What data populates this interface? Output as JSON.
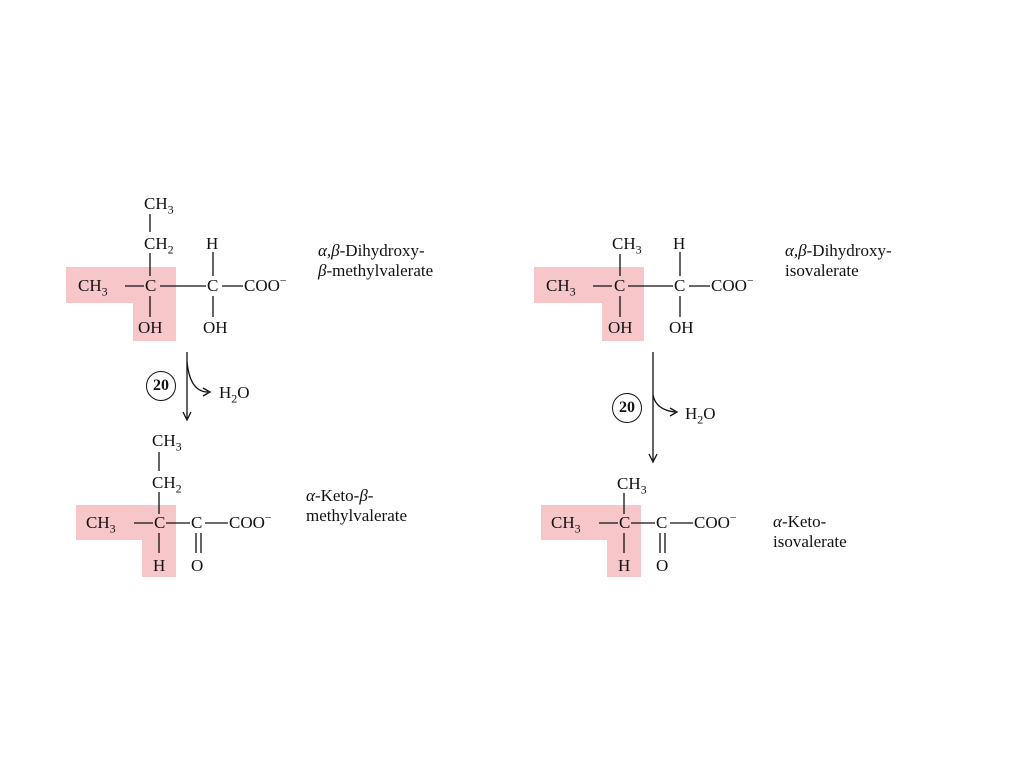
{
  "colors": {
    "highlight": "#f7c6c8",
    "ink": "#111111"
  },
  "left": {
    "substrate": {
      "ch3_top": "CH",
      "ch2": "CH",
      "h": "H",
      "ch3": "CH",
      "c1": "C",
      "c2": "C",
      "coo": "COO",
      "oh1": "OH",
      "oh2": "OH",
      "name_line1_prefix": "α,β",
      "name_line1_suffix": "-Dihydroxy-",
      "name_line2_prefix": "β",
      "name_line2_suffix": "-methylvalerate"
    },
    "enzyme": "20",
    "byproduct": "H",
    "product": {
      "ch3_top": "CH",
      "ch2": "CH",
      "ch3": "CH",
      "c1": "C",
      "c2": "C",
      "coo": "COO",
      "h": "H",
      "o": "O",
      "name_line1_prefix": "α",
      "name_line1_mid": "-Keto-",
      "name_line1_beta": "β",
      "name_line1_suffix": "-",
      "name_line2": "methylvalerate"
    }
  },
  "right": {
    "substrate": {
      "ch3_top": "CH",
      "h": "H",
      "ch3": "CH",
      "c1": "C",
      "c2": "C",
      "coo": "COO",
      "oh1": "OH",
      "oh2": "OH",
      "name_line1_prefix": "α,β",
      "name_line1_suffix": "-Dihydroxy-",
      "name_line2": "isovalerate"
    },
    "enzyme": "20",
    "byproduct": "H",
    "product": {
      "ch3_top": "CH",
      "ch3": "CH",
      "c1": "C",
      "c2": "C",
      "coo": "COO",
      "h": "H",
      "o": "O",
      "name_line1_prefix": "α",
      "name_line1_suffix": "-Keto-",
      "name_line2": "isovalerate"
    }
  },
  "sub3": "3",
  "sub2": "2",
  "minus": "−"
}
